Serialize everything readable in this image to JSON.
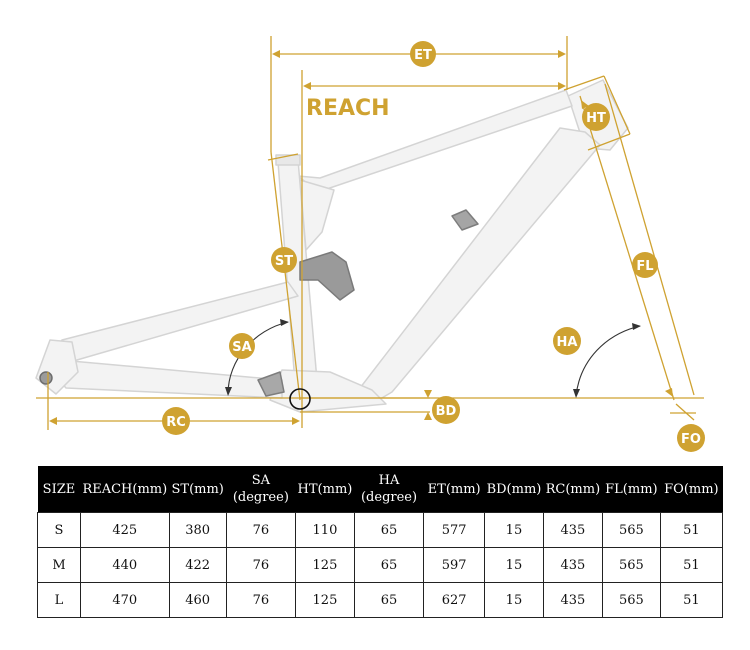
{
  "labels": {
    "reach": "REACH",
    "et": "ET",
    "ht": "HT",
    "st": "ST",
    "fl": "FL",
    "ha": "HA",
    "sa": "SA",
    "rc": "RC",
    "bd": "BD",
    "fo": "FO"
  },
  "colors": {
    "accent": "#cfa231",
    "frame": "#f2f2f2",
    "frame_outline": "#d9d9d9",
    "table_header_bg": "#000000"
  },
  "table": {
    "headers": [
      "SIZE",
      "REACH(mm)",
      "ST(mm)",
      "SA\n(degree)",
      "HT(mm)",
      "HA\n(degree)",
      "ET(mm)",
      "BD(mm)",
      "RC(mm)",
      "FL(mm)",
      "FO(mm)"
    ],
    "rows": [
      [
        "S",
        "425",
        "380",
        "76",
        "110",
        "65",
        "577",
        "15",
        "435",
        "565",
        "51"
      ],
      [
        "M",
        "440",
        "422",
        "76",
        "125",
        "65",
        "597",
        "15",
        "435",
        "565",
        "51"
      ],
      [
        "L",
        "470",
        "460",
        "76",
        "125",
        "65",
        "627",
        "15",
        "435",
        "565",
        "51"
      ]
    ]
  }
}
